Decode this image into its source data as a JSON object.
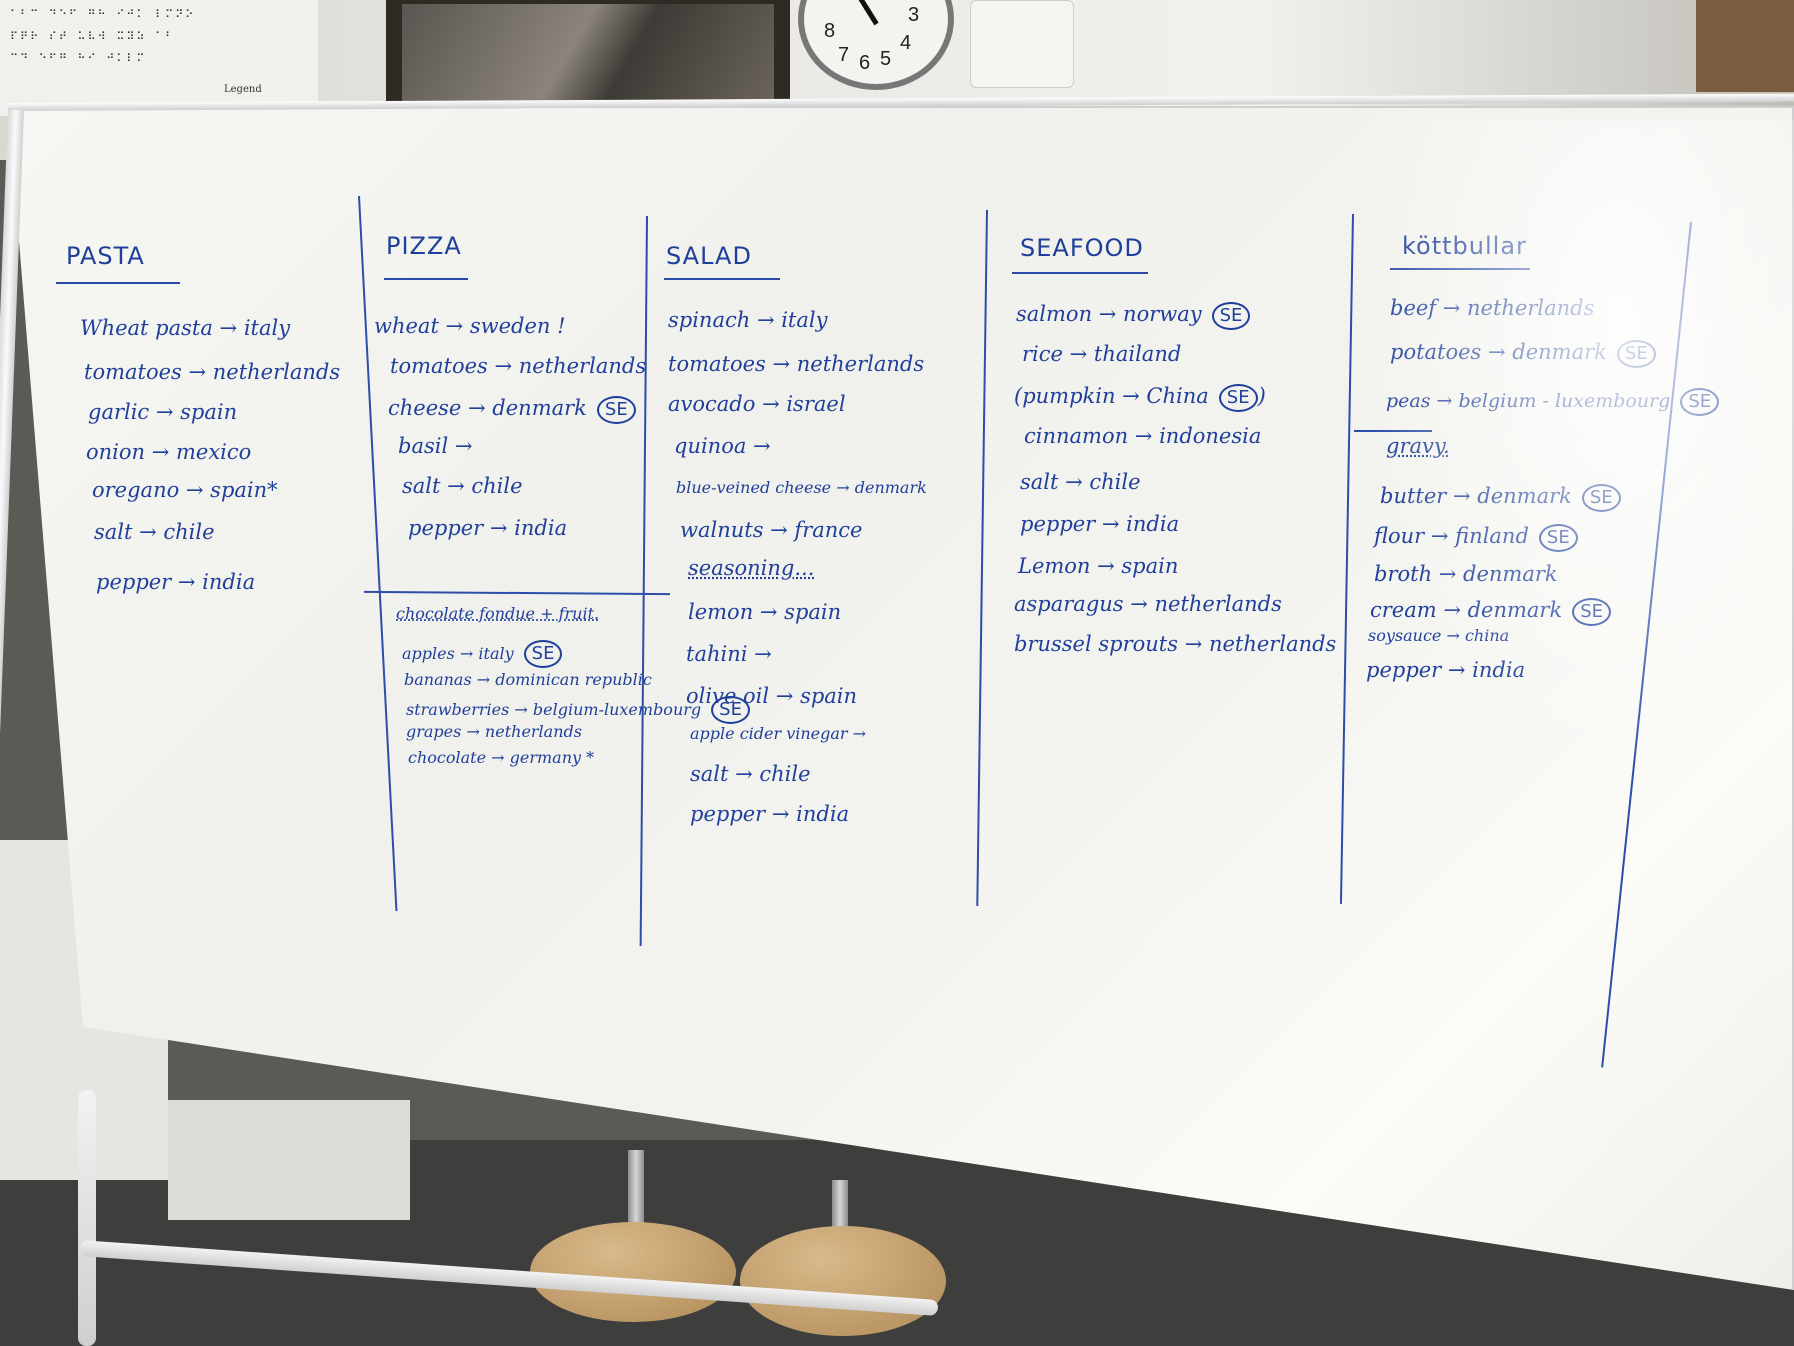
{
  "columns": [
    {
      "heading": "PASTA",
      "items": [
        "Wheat pasta → italy",
        "tomatoes → netherlands",
        "garlic → spain",
        "onion → mexico",
        "oregano → spain*",
        "salt → chile",
        "pepper → india"
      ]
    },
    {
      "heading": "PIZZA",
      "items": [
        "wheat → sweden !",
        "tomatoes → netherlands",
        "cheese → denmark",
        "basil →",
        "salt → chile",
        "pepper → india"
      ],
      "se_index": 2,
      "sub_heading": "chocolate fondue + fruit.",
      "sub_items": [
        "apples → italy",
        "bananas → dominican republic",
        "strawberries → belgium-luxembourg",
        "grapes → netherlands",
        "chocolate → germany *"
      ]
    },
    {
      "heading": "SALAD",
      "items": [
        "spinach → italy",
        "tomatoes → netherlands",
        "avocado → israel",
        "quinoa →",
        "blue-veined cheese → denmark",
        "walnuts → france"
      ],
      "sub_heading": "seasoning...",
      "sub_items": [
        "lemon → spain",
        "tahini →",
        "olive oil → spain",
        "apple cider vinegar →",
        "salt → chile",
        "pepper → india"
      ]
    },
    {
      "heading": "SEAFOOD",
      "items": [
        "salmon → norway",
        "rice → thailand",
        "(pumpkin → China",
        "cinnamon → indonesia",
        "salt → chile",
        "pepper → india",
        "Lemon → spain",
        "asparagus → netherlands",
        "brussel sprouts → netherlands"
      ]
    },
    {
      "heading": "köttbullar",
      "items": [
        "beef → netherlands",
        "potatoes → denmark",
        "peas → belgium - luxembourg"
      ],
      "sub_heading": "gravy.",
      "sub_items": [
        "butter → denmark",
        "flour → finland",
        "broth → denmark",
        "cream → denmark",
        "soysauce → china",
        "pepper → india"
      ]
    }
  ],
  "se_mark": "SE",
  "clock": {
    "numerals": [
      "3",
      "4",
      "5",
      "6",
      "7",
      "8"
    ]
  },
  "poster": {
    "legend": "Legend"
  }
}
